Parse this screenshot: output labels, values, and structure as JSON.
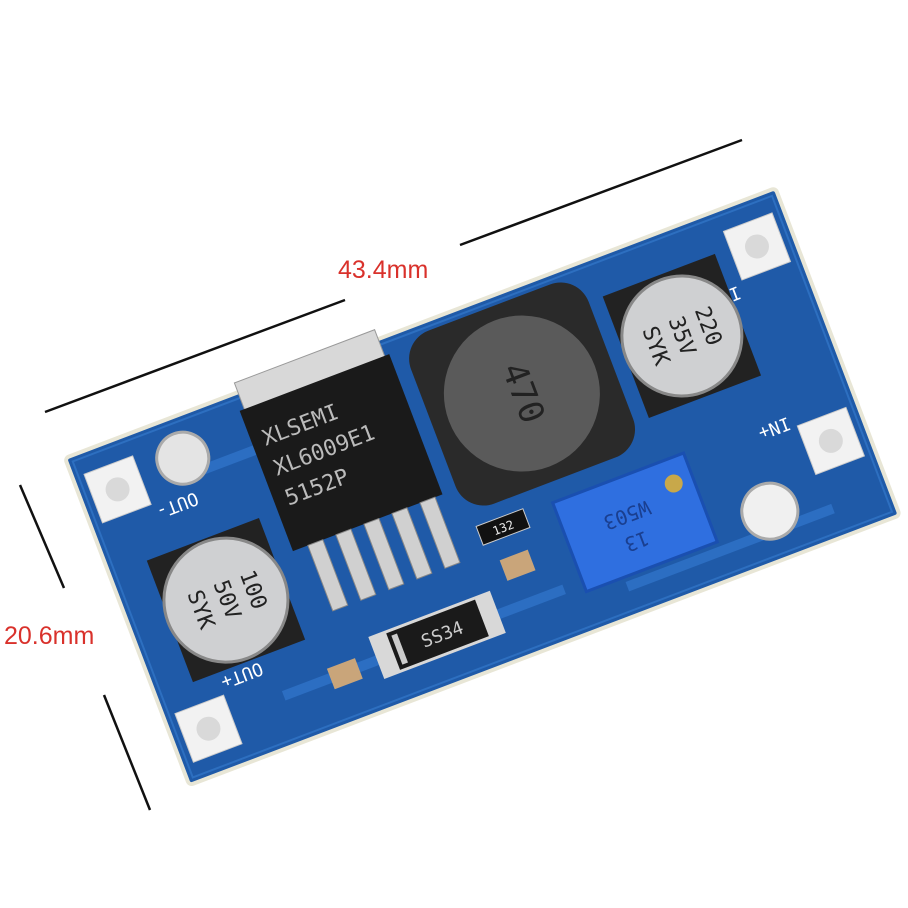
{
  "dimensions": {
    "length": "43.4mm",
    "width": "20.6mm",
    "label_color": "#d9312b"
  },
  "board": {
    "pcb_color": "#1f5aa8",
    "ic": {
      "line1": "XLSEMI",
      "line2": "XL6009E1",
      "line3": "5152P"
    },
    "inductor": "470",
    "input_capacitor": {
      "line1": "220",
      "line2": "35V",
      "line3": "SYK"
    },
    "output_capacitor": {
      "line1": "100",
      "line2": "50V",
      "line3": "SYK"
    },
    "diode": "SS34",
    "resistor": "132",
    "potentiometer": {
      "line1": "13",
      "line2": "W503"
    },
    "pads": {
      "in_minus": "IN-",
      "in_plus": "IN+",
      "out_minus": "OUT-",
      "out_plus": "OUT+"
    }
  }
}
